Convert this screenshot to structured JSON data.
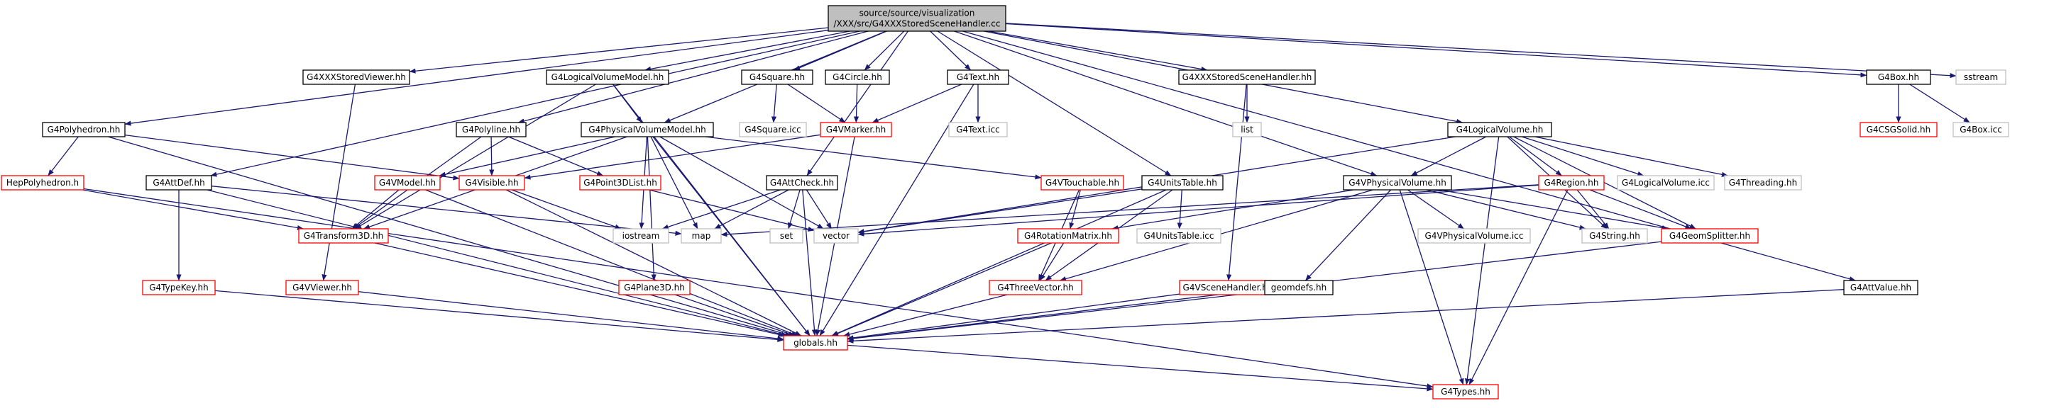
{
  "graph": {
    "nodes": [
      {
        "id": "root",
        "label": [
          "source/source/visualization",
          "/XXX/src/G4XXXStoredSceneHandler.cc"
        ],
        "kind": "root"
      },
      {
        "id": "G4XXXStoredViewer",
        "label": [
          "G4XXXStoredViewer.hh"
        ],
        "kind": "normal"
      },
      {
        "id": "G4LogicalVolumeModel",
        "label": [
          "G4LogicalVolumeModel.hh"
        ],
        "kind": "normal"
      },
      {
        "id": "G4Square",
        "label": [
          "G4Square.hh"
        ],
        "kind": "normal"
      },
      {
        "id": "G4Circle",
        "label": [
          "G4Circle.hh"
        ],
        "kind": "normal"
      },
      {
        "id": "G4Text",
        "label": [
          "G4Text.hh"
        ],
        "kind": "normal"
      },
      {
        "id": "G4XXXStoredSceneHandler",
        "label": [
          "G4XXXStoredSceneHandler.hh"
        ],
        "kind": "normal"
      },
      {
        "id": "G4Box",
        "label": [
          "G4Box.hh"
        ],
        "kind": "normal"
      },
      {
        "id": "sstream",
        "label": [
          "sstream"
        ],
        "kind": "external"
      },
      {
        "id": "G4Polyhedron",
        "label": [
          "G4Polyhedron.hh"
        ],
        "kind": "normal"
      },
      {
        "id": "G4Polyline",
        "label": [
          "G4Polyline.hh"
        ],
        "kind": "normal"
      },
      {
        "id": "G4PhysicalVolumeModel",
        "label": [
          "G4PhysicalVolumeModel.hh"
        ],
        "kind": "normal"
      },
      {
        "id": "G4Squareicc",
        "label": [
          "G4Square.icc"
        ],
        "kind": "external"
      },
      {
        "id": "G4VMarker",
        "label": [
          "G4VMarker.hh"
        ],
        "kind": "broken"
      },
      {
        "id": "G4Texticc",
        "label": [
          "G4Text.icc"
        ],
        "kind": "external"
      },
      {
        "id": "list",
        "label": [
          "list"
        ],
        "kind": "external"
      },
      {
        "id": "G4LogicalVolume",
        "label": [
          "G4LogicalVolume.hh"
        ],
        "kind": "normal"
      },
      {
        "id": "G4CSGSolid",
        "label": [
          "G4CSGSolid.hh"
        ],
        "kind": "broken"
      },
      {
        "id": "G4Boxicc",
        "label": [
          "G4Box.icc"
        ],
        "kind": "external"
      },
      {
        "id": "HepPolyhedron",
        "label": [
          "HepPolyhedron.h"
        ],
        "kind": "broken"
      },
      {
        "id": "G4AttDef",
        "label": [
          "G4AttDef.hh"
        ],
        "kind": "normal"
      },
      {
        "id": "G4VModel",
        "label": [
          "G4VModel.hh"
        ],
        "kind": "broken"
      },
      {
        "id": "G4Visible",
        "label": [
          "G4Visible.hh"
        ],
        "kind": "broken"
      },
      {
        "id": "G4Point3DList",
        "label": [
          "G4Point3DList.hh"
        ],
        "kind": "broken"
      },
      {
        "id": "G4AttCheck",
        "label": [
          "G4AttCheck.hh"
        ],
        "kind": "normal"
      },
      {
        "id": "G4VTouchable",
        "label": [
          "G4VTouchable.hh"
        ],
        "kind": "broken"
      },
      {
        "id": "G4UnitsTable",
        "label": [
          "G4UnitsTable.hh"
        ],
        "kind": "normal"
      },
      {
        "id": "G4VPhysicalVolume",
        "label": [
          "G4VPhysicalVolume.hh"
        ],
        "kind": "normal"
      },
      {
        "id": "G4Region",
        "label": [
          "G4Region.hh"
        ],
        "kind": "broken"
      },
      {
        "id": "G4LogicalVolumeicc",
        "label": [
          "G4LogicalVolume.icc"
        ],
        "kind": "external"
      },
      {
        "id": "G4Threading",
        "label": [
          "G4Threading.hh"
        ],
        "kind": "external"
      },
      {
        "id": "G4Transform3D",
        "label": [
          "G4Transform3D.hh"
        ],
        "kind": "broken"
      },
      {
        "id": "iostream",
        "label": [
          "iostream"
        ],
        "kind": "external"
      },
      {
        "id": "map",
        "label": [
          "map"
        ],
        "kind": "external"
      },
      {
        "id": "set",
        "label": [
          "set"
        ],
        "kind": "external"
      },
      {
        "id": "vector",
        "label": [
          "vector"
        ],
        "kind": "external"
      },
      {
        "id": "G4RotationMatrix",
        "label": [
          "G4RotationMatrix.hh"
        ],
        "kind": "broken"
      },
      {
        "id": "G4UnitsTableicc",
        "label": [
          "G4UnitsTable.icc"
        ],
        "kind": "external"
      },
      {
        "id": "G4VPhysicalVolumeicc",
        "label": [
          "G4VPhysicalVolume.icc"
        ],
        "kind": "external"
      },
      {
        "id": "G4String",
        "label": [
          "G4String.hh"
        ],
        "kind": "external"
      },
      {
        "id": "G4GeomSplitter",
        "label": [
          "G4GeomSplitter.hh"
        ],
        "kind": "broken"
      },
      {
        "id": "G4TypeKey",
        "label": [
          "G4TypeKey.hh"
        ],
        "kind": "broken"
      },
      {
        "id": "G4VViewer",
        "label": [
          "G4VViewer.hh"
        ],
        "kind": "broken"
      },
      {
        "id": "G4Plane3D",
        "label": [
          "G4Plane3D.hh"
        ],
        "kind": "broken"
      },
      {
        "id": "G4ThreeVector",
        "label": [
          "G4ThreeVector.hh"
        ],
        "kind": "broken"
      },
      {
        "id": "G4VSceneHandler",
        "label": [
          "G4VSceneHandler.hh"
        ],
        "kind": "broken"
      },
      {
        "id": "geomdefs",
        "label": [
          "geomdefs.hh"
        ],
        "kind": "normal"
      },
      {
        "id": "G4AttValue",
        "label": [
          "G4AttValue.hh"
        ],
        "kind": "normal"
      },
      {
        "id": "globals",
        "label": [
          "globals.hh"
        ],
        "kind": "broken"
      },
      {
        "id": "G4Types",
        "label": [
          "G4Types.hh"
        ],
        "kind": "broken"
      }
    ],
    "edges": [
      [
        "root",
        "G4XXXStoredViewer"
      ],
      [
        "root",
        "G4LogicalVolumeModel"
      ],
      [
        "root",
        "G4Square"
      ],
      [
        "root",
        "G4Circle"
      ],
      [
        "root",
        "G4Text"
      ],
      [
        "root",
        "G4XXXStoredSceneHandler"
      ],
      [
        "root",
        "G4Box"
      ],
      [
        "root",
        "sstream"
      ],
      [
        "root",
        "G4Polyhedron"
      ],
      [
        "root",
        "G4Polyline"
      ],
      [
        "root",
        "G4PhysicalVolumeModel"
      ],
      [
        "root",
        "G4LogicalVolume"
      ],
      [
        "root",
        "G4AttDef"
      ],
      [
        "root",
        "G4AttCheck"
      ],
      [
        "root",
        "G4UnitsTable"
      ],
      [
        "root",
        "G4VPhysicalVolume"
      ],
      [
        "root",
        "G4AttValue"
      ],
      [
        "G4XXXStoredViewer",
        "G4VViewer"
      ],
      [
        "G4LogicalVolumeModel",
        "G4PhysicalVolumeModel"
      ],
      [
        "G4LogicalVolumeModel",
        "G4Transform3D"
      ],
      [
        "G4LogicalVolumeModel",
        "globals"
      ],
      [
        "G4Square",
        "G4VMarker"
      ],
      [
        "G4Square",
        "G4Squareicc"
      ],
      [
        "G4Circle",
        "G4VMarker"
      ],
      [
        "G4Text",
        "G4VMarker"
      ],
      [
        "G4Text",
        "G4Texticc"
      ],
      [
        "G4Text",
        "globals"
      ],
      [
        "G4XXXStoredSceneHandler",
        "list"
      ],
      [
        "G4XXXStoredSceneHandler",
        "G4VSceneHandler"
      ],
      [
        "G4Box",
        "G4CSGSolid"
      ],
      [
        "G4Box",
        "G4Boxicc"
      ],
      [
        "G4Polyhedron",
        "HepPolyhedron"
      ],
      [
        "G4Polyhedron",
        "G4Visible"
      ],
      [
        "G4Polyhedron",
        "globals"
      ],
      [
        "G4Polyline",
        "G4Visible"
      ],
      [
        "G4Polyline",
        "G4Point3DList"
      ],
      [
        "G4Polyline",
        "G4Transform3D"
      ],
      [
        "G4PhysicalVolumeModel",
        "G4VModel"
      ],
      [
        "G4PhysicalVolumeModel",
        "G4Transform3D"
      ],
      [
        "G4PhysicalVolumeModel",
        "G4VTouchable"
      ],
      [
        "G4PhysicalVolumeModel",
        "G4Plane3D"
      ],
      [
        "G4PhysicalVolumeModel",
        "iostream"
      ],
      [
        "G4PhysicalVolumeModel",
        "map"
      ],
      [
        "G4PhysicalVolumeModel",
        "vector"
      ],
      [
        "G4PhysicalVolumeModel",
        "globals"
      ],
      [
        "G4VMarker",
        "G4Visible"
      ],
      [
        "G4VMarker",
        "globals"
      ],
      [
        "G4LogicalVolume",
        "G4Region"
      ],
      [
        "G4LogicalVolume",
        "G4VPhysicalVolume"
      ],
      [
        "G4LogicalVolume",
        "G4LogicalVolumeicc"
      ],
      [
        "G4LogicalVolume",
        "G4Threading"
      ],
      [
        "G4LogicalVolume",
        "G4GeomSplitter"
      ],
      [
        "G4LogicalVolume",
        "vector"
      ],
      [
        "G4LogicalVolume",
        "G4Types"
      ],
      [
        "G4LogicalVolume",
        "G4String"
      ],
      [
        "HepPolyhedron",
        "G4Transform3D"
      ],
      [
        "HepPolyhedron",
        "G4Types"
      ],
      [
        "G4AttDef",
        "G4TypeKey"
      ],
      [
        "G4AttDef",
        "map"
      ],
      [
        "G4AttDef",
        "globals"
      ],
      [
        "G4VModel",
        "G4Transform3D"
      ],
      [
        "G4VModel",
        "globals"
      ],
      [
        "G4Visible",
        "iostream"
      ],
      [
        "G4Visible",
        "globals"
      ],
      [
        "G4Point3DList",
        "vector"
      ],
      [
        "G4AttCheck",
        "iostream"
      ],
      [
        "G4AttCheck",
        "map"
      ],
      [
        "G4AttCheck",
        "set"
      ],
      [
        "G4AttCheck",
        "vector"
      ],
      [
        "G4AttCheck",
        "globals"
      ],
      [
        "G4VTouchable",
        "G4RotationMatrix"
      ],
      [
        "G4VTouchable",
        "G4ThreeVector"
      ],
      [
        "G4UnitsTable",
        "vector"
      ],
      [
        "G4UnitsTable",
        "G4UnitsTableicc"
      ],
      [
        "G4UnitsTable",
        "G4ThreeVector"
      ],
      [
        "G4UnitsTable",
        "globals"
      ],
      [
        "G4VPhysicalVolume",
        "G4RotationMatrix"
      ],
      [
        "G4VPhysicalVolume",
        "G4ThreeVector"
      ],
      [
        "G4VPhysicalVolume",
        "G4VPhysicalVolumeicc"
      ],
      [
        "G4VPhysicalVolume",
        "G4String"
      ],
      [
        "G4VPhysicalVolume",
        "G4GeomSplitter"
      ],
      [
        "G4VPhysicalVolume",
        "geomdefs"
      ],
      [
        "G4VPhysicalVolume",
        "G4Types"
      ],
      [
        "G4Region",
        "G4String"
      ],
      [
        "G4Region",
        "G4GeomSplitter"
      ],
      [
        "G4Region",
        "map"
      ],
      [
        "G4Region",
        "vector"
      ],
      [
        "G4Region",
        "G4Types"
      ],
      [
        "G4Transform3D",
        "globals"
      ],
      [
        "G4RotationMatrix",
        "G4ThreeVector"
      ],
      [
        "G4RotationMatrix",
        "globals"
      ],
      [
        "G4GeomSplitter",
        "globals"
      ],
      [
        "G4TypeKey",
        "globals"
      ],
      [
        "G4VViewer",
        "globals"
      ],
      [
        "G4Plane3D",
        "globals"
      ],
      [
        "G4ThreeVector",
        "globals"
      ],
      [
        "G4VSceneHandler",
        "globals"
      ],
      [
        "geomdefs",
        "globals"
      ],
      [
        "G4AttValue",
        "globals"
      ],
      [
        "globals",
        "G4Types"
      ]
    ],
    "colors": {
      "edge": "#191970",
      "normal_border": "#000000",
      "broken_border": "#ff0000",
      "external_border": "#bfbfbf",
      "root_fill": "#bfbfbf"
    }
  }
}
